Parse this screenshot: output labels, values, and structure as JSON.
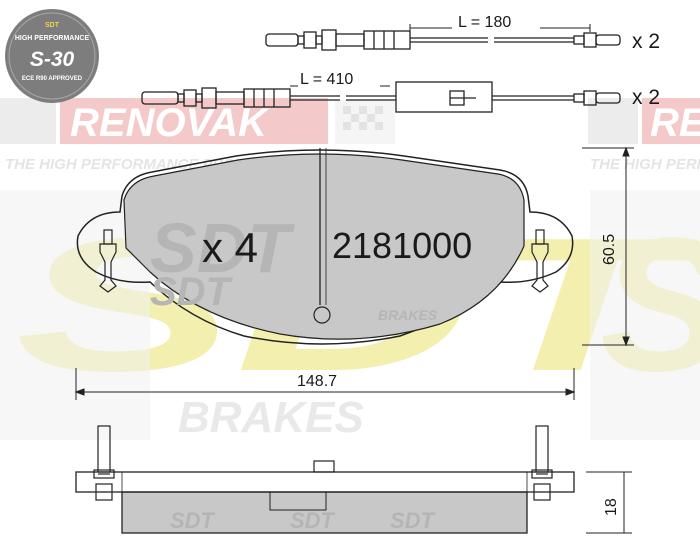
{
  "badge": {
    "top_text": "SDT",
    "mid_text": "HIGH PERFORMANCE",
    "big_text": "S-30",
    "bottom_text": "ECE R90 APPROVED"
  },
  "watermark": {
    "brand": "RENOVAK",
    "tagline": "THE HIGH PERFORMANCE PRODUCTS",
    "logo": "SDT",
    "brakes": "BRAKES",
    "pad_brand": "SDT",
    "pad_sub": "BRAKES"
  },
  "sensors": [
    {
      "length_label": "L = 180",
      "qty_label": "x 2"
    },
    {
      "length_label": "L = 410",
      "qty_label": "x 2"
    }
  ],
  "pad": {
    "quantity_label": "x 4",
    "part_number": "2181000"
  },
  "dimensions": {
    "width": "148.7",
    "height": "60.5",
    "thickness": "18"
  },
  "colors": {
    "pad_fill": "#c8c8c8",
    "line": "#222222",
    "watermark_yellow": "#f3efae",
    "watermark_red": "#f4c9c9",
    "watermark_gray": "#ececec",
    "badge_bg": "#7d7d7d"
  }
}
